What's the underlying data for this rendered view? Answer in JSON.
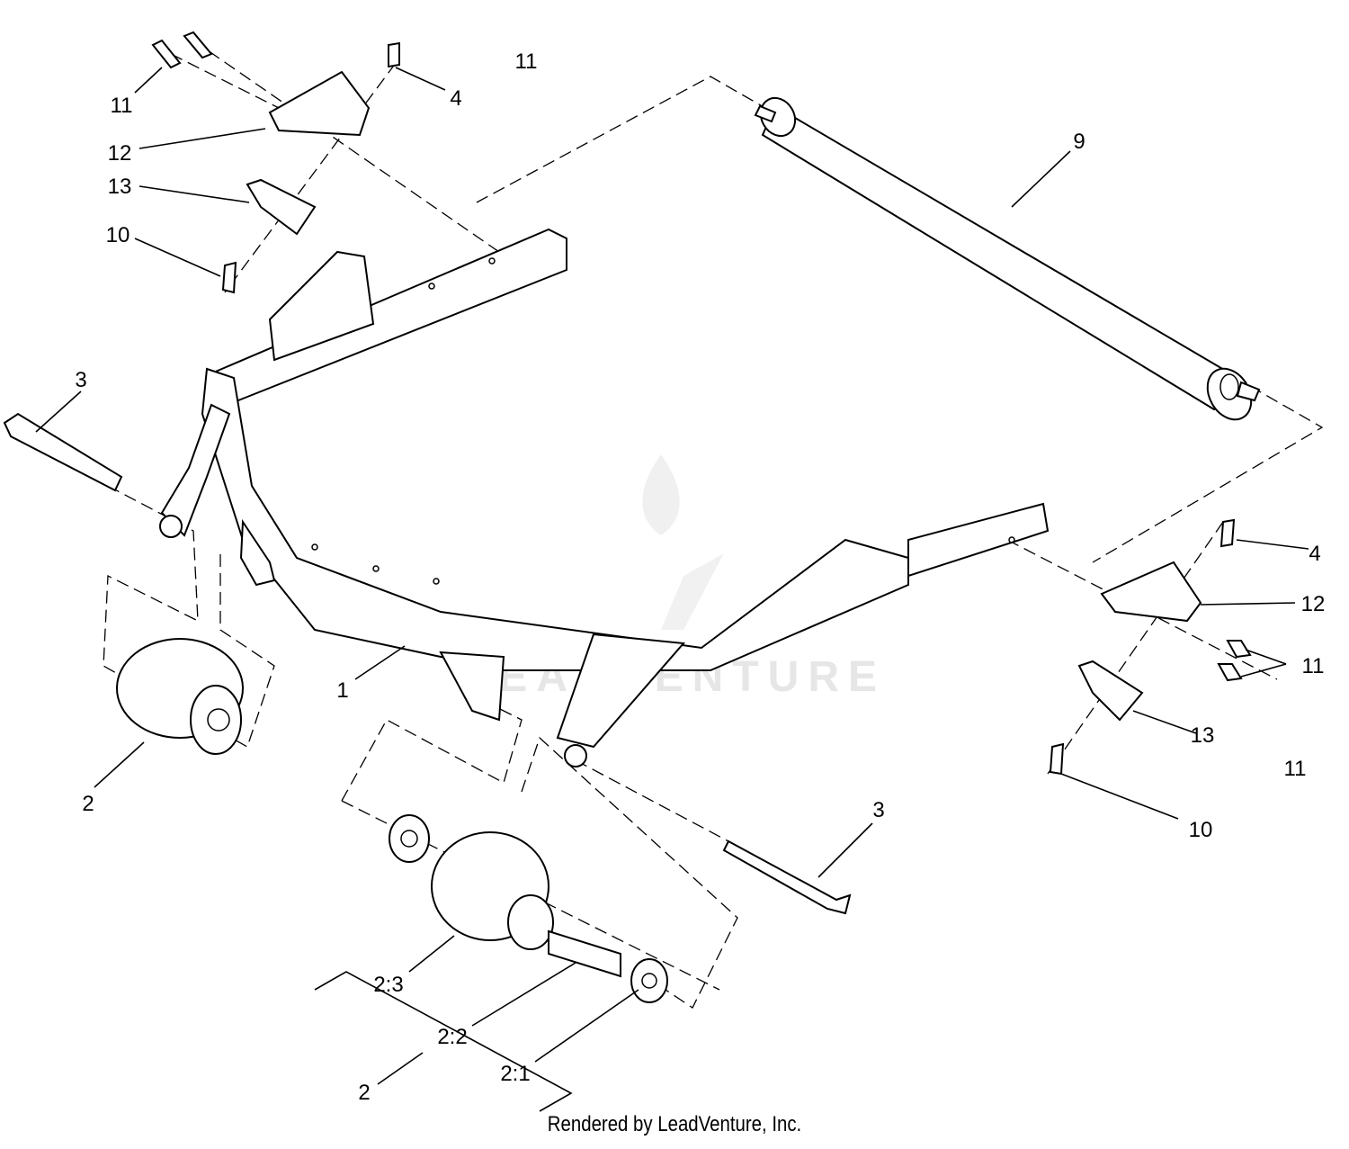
{
  "callouts": {
    "c11_top_left": "11",
    "c11_top_center": "11",
    "c4_top": "4",
    "c12_top": "12",
    "c13_top": "13",
    "c10_top": "10",
    "c9": "9",
    "c3_left": "3",
    "c1": "1",
    "c2_left": "2",
    "c4_right": "4",
    "c12_right": "12",
    "c11_right": "11",
    "c13_right": "13",
    "c11_far_right": "11",
    "c10_right": "10",
    "c3_right": "3",
    "c2_3": "2:3",
    "c2_2": "2:2",
    "c2_1": "2:1",
    "c2_bottom": "2"
  },
  "watermark": "LEADVENTURE",
  "footer": "Rendered by LeadVenture, Inc."
}
